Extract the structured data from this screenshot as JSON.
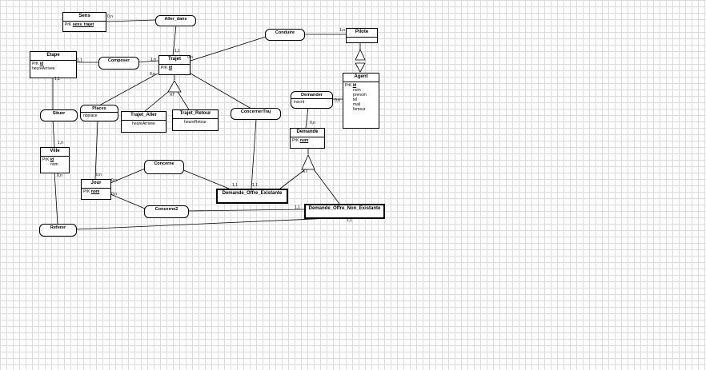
{
  "entities": {
    "sens": {
      "name": "Sens",
      "pk_prefix": "PrK",
      "pk": "sens_trajet"
    },
    "trajet": {
      "name": "Trajet",
      "pk_prefix": "PrK",
      "pk": "id"
    },
    "pilote": {
      "name": "Pilote"
    },
    "etape": {
      "name": "Etape",
      "pk_prefix": "PrK",
      "pk": "id",
      "attrs": [
        "heureArrivee"
      ]
    },
    "agent": {
      "name": "Agent",
      "pk_prefix": "PrK",
      "pk": "id",
      "attrs": [
        "nom",
        "prenom",
        "tel",
        "mail",
        "fumeur"
      ]
    },
    "trajet_aller": {
      "name": "Trajet_Aller",
      "attrs": [
        "heureArrivee"
      ]
    },
    "trajet_retour": {
      "name": "Trajet_Retour",
      "attrs": [
        "heureRetour"
      ]
    },
    "demande": {
      "name": "Demande",
      "pk_prefix": "PrK",
      "pk": "num"
    },
    "ville": {
      "name": "Ville",
      "pk_prefix": "PrK",
      "pk": "id",
      "attrs": [
        "nom"
      ]
    },
    "jour": {
      "name": "Jour",
      "pk_prefix": "PrK",
      "pk": "nom"
    },
    "demande_offre_existante": {
      "name": "Demande_Offre_Existante"
    },
    "demande_offre_non_existante": {
      "name": "Demande_Offre_Non_Existante"
    }
  },
  "relations": {
    "aller_dans": {
      "name": "Aller_dans"
    },
    "conduire": {
      "name": "Conduire"
    },
    "composer": {
      "name": "Composer"
    },
    "demander": {
      "name": "Demander",
      "attrs": [
        "inscrit"
      ]
    },
    "places": {
      "name": "Places",
      "attrs": [
        "nbplace"
      ]
    },
    "concerner_traj": {
      "name": "ConcernerTraj"
    },
    "situer": {
      "name": "Situer"
    },
    "concerne": {
      "name": "Concerne"
    },
    "concerne2": {
      "name": "Concerne2"
    },
    "referer": {
      "name": "Referer"
    }
  },
  "cardinalities": {
    "sens_aller": "0,n",
    "trajet_aller": "1,1",
    "trajet_conduire": "0,n",
    "pilote_conduire": "1,n",
    "etape_composer": "1,1",
    "trajet_composer": "1,n",
    "trajet_places": "0,n",
    "etape_situer": "1,1",
    "agent_demander": "0,n",
    "demande_demander": "0,n",
    "ville_situer": "1,n",
    "ville_referer": "0,n",
    "jour_places": "0,n",
    "jour_concerne": "0,n",
    "jour_concerne2": "0,n",
    "doe_concerne": "1,1",
    "doe_traj": "1,1",
    "done_concerne2": "1,1",
    "done_referer": "1,1",
    "trajet_inherit": "XT",
    "demande_inherit": "XT"
  }
}
